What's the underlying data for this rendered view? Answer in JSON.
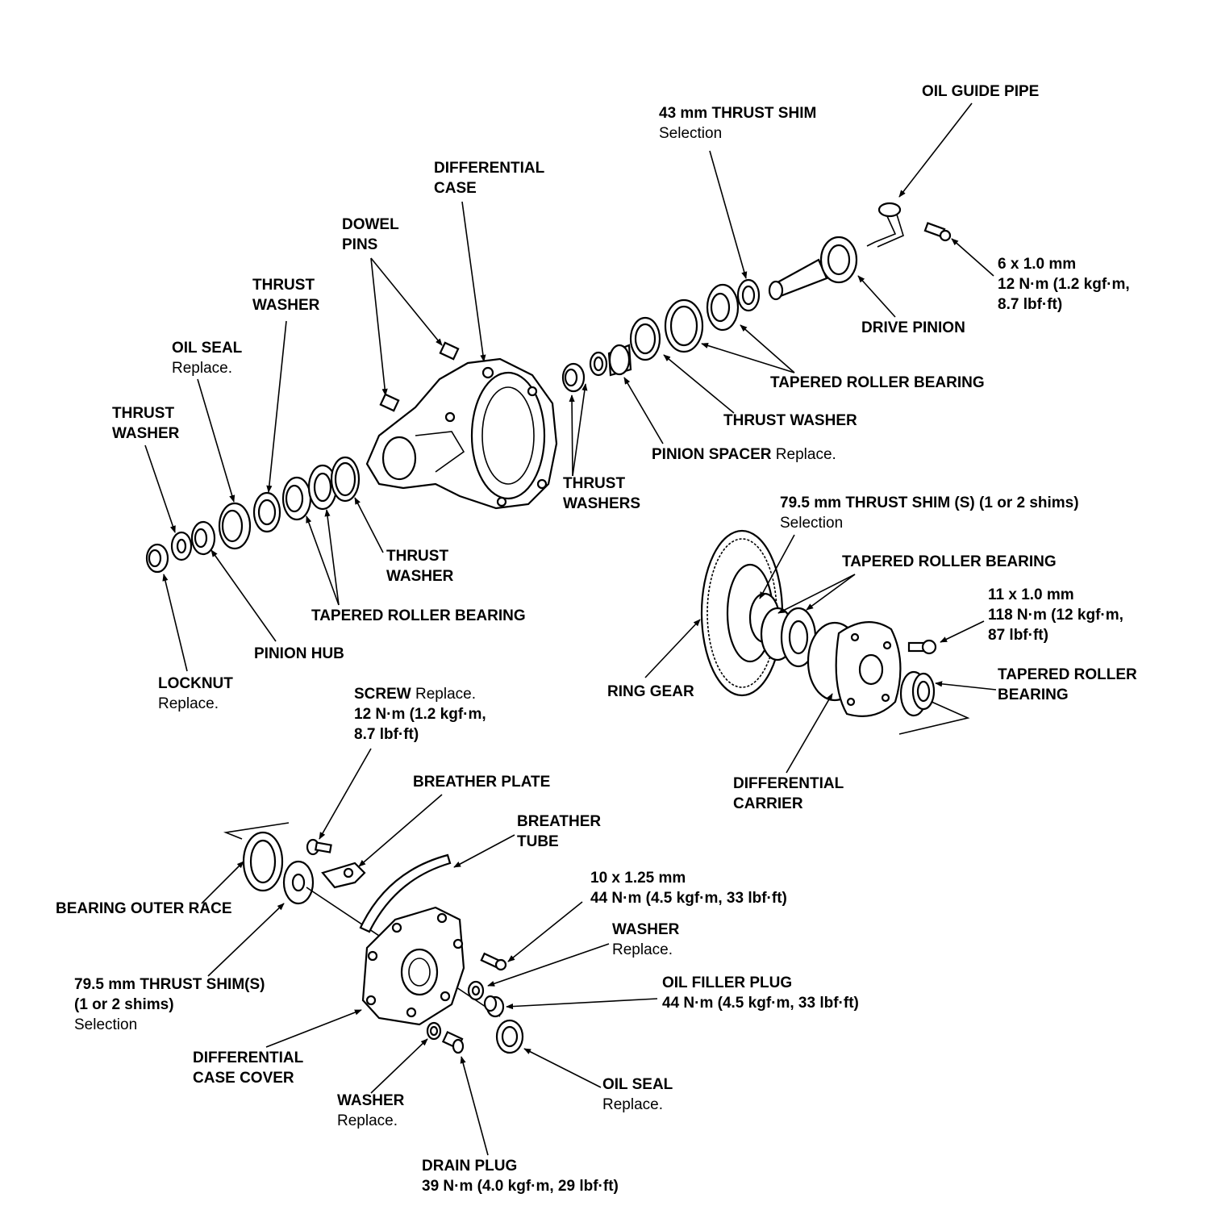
{
  "labels": {
    "oil_guide_pipe": "OIL GUIDE PIPE",
    "thrust_shim_43": "43 mm THRUST SHIM",
    "thrust_shim_43_note": "Selection",
    "differential_case_1": "DIFFERENTIAL",
    "differential_case_2": "CASE",
    "dowel_pins_1": "DOWEL",
    "dowel_pins_2": "PINS",
    "bolt_6x1_size": "6 x 1.0 mm",
    "bolt_6x1_torque_1": "12 N·m (1.2 kgf·m,",
    "bolt_6x1_torque_2": "8.7 lbf·ft)",
    "drive_pinion": "DRIVE PINION",
    "thrust_washer_top_1": "THRUST",
    "thrust_washer_top_2": "WASHER",
    "oil_seal_top": "OIL SEAL",
    "oil_seal_top_note": "Replace.",
    "tapered_roller_bearing_upper": "TAPERED ROLLER BEARING",
    "thrust_washer_right": "THRUST WASHER",
    "thrust_washer_left_1": "THRUST",
    "thrust_washer_left_2": "WASHER",
    "pinion_spacer": "PINION SPACER",
    "pinion_spacer_note": "Replace.",
    "thrust_washers_1": "THRUST",
    "thrust_washers_2": "WASHERS",
    "thrust_shim_795_top": "79.5 mm THRUST SHIM (S) (1 or 2 shims)",
    "thrust_shim_795_top_note": "Selection",
    "thrust_washer_mid_1": "THRUST",
    "thrust_washer_mid_2": "WASHER",
    "tapered_roller_bearing_carrier": "TAPERED ROLLER BEARING",
    "tapered_roller_bearing_lower": "TAPERED ROLLER BEARING",
    "bolt_11x1_size": "11 x 1.0 mm",
    "bolt_11x1_torque_1": "118 N·m (12 kgf·m,",
    "bolt_11x1_torque_2": "87 lbf·ft)",
    "pinion_hub": "PINION HUB",
    "tapered_roller_bearing_right_1": "TAPERED ROLLER",
    "tapered_roller_bearing_right_2": "BEARING",
    "ring_gear": "RING GEAR",
    "locknut": "LOCKNUT",
    "locknut_note": "Replace.",
    "screw": "SCREW",
    "screw_note": "Replace.",
    "screw_torque_1": "12 N·m (1.2 kgf·m,",
    "screw_torque_2": "8.7 lbf·ft)",
    "breather_plate": "BREATHER PLATE",
    "differential_carrier_1": "DIFFERENTIAL",
    "differential_carrier_2": "CARRIER",
    "breather_tube_1": "BREATHER",
    "breather_tube_2": "TUBE",
    "bolt_10x125_size": "10 x 1.25 mm",
    "bolt_10x125_torque": "44 N·m (4.5 kgf·m, 33 lbf·ft)",
    "bearing_outer_race": "BEARING OUTER RACE",
    "washer_upper": "WASHER",
    "washer_upper_note": "Replace.",
    "thrust_shim_795_bottom_1": "79.5 mm THRUST SHIM(S)",
    "thrust_shim_795_bottom_2": "(1 or 2 shims)",
    "thrust_shim_795_bottom_note": "Selection",
    "oil_filler_plug": "OIL FILLER PLUG",
    "oil_filler_plug_torque": "44 N·m (4.5 kgf·m, 33 lbf·ft)",
    "differential_case_cover_1": "DIFFERENTIAL",
    "differential_case_cover_2": "CASE COVER",
    "oil_seal_bottom": "OIL SEAL",
    "oil_seal_bottom_note": "Replace.",
    "washer_lower": "WASHER",
    "washer_lower_note": "Replace.",
    "drain_plug": "DRAIN PLUG",
    "drain_plug_torque": "39 N·m (4.0 kgf·m, 29 lbf·ft)"
  }
}
